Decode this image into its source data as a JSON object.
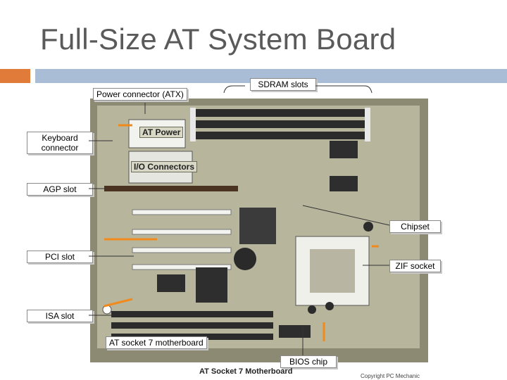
{
  "title": "Full-Size AT System Board",
  "colors": {
    "accent_orange": "#e07b39",
    "accent_blue": "#a9bdd6",
    "arrow": "#f08a1c",
    "board": "#b7b59c"
  },
  "callouts": {
    "sdram": "SDRAM slots",
    "power_atx": "Power connector (ATX)",
    "keyboard": "Keyboard\nconnector",
    "agp": "AGP slot",
    "chipset": "Chipset",
    "pci": "PCI slot",
    "zif": "ZIF socket",
    "isa": "ISA slot",
    "at_socket": "AT socket 7 motherboard",
    "bios": "BIOS chip"
  },
  "board_labels": {
    "at_power": "AT Power",
    "io_connectors": "I/O Connectors"
  },
  "board_caption": "AT Socket 7 Motherboard",
  "copyright": "Copyright PC Mechanic"
}
